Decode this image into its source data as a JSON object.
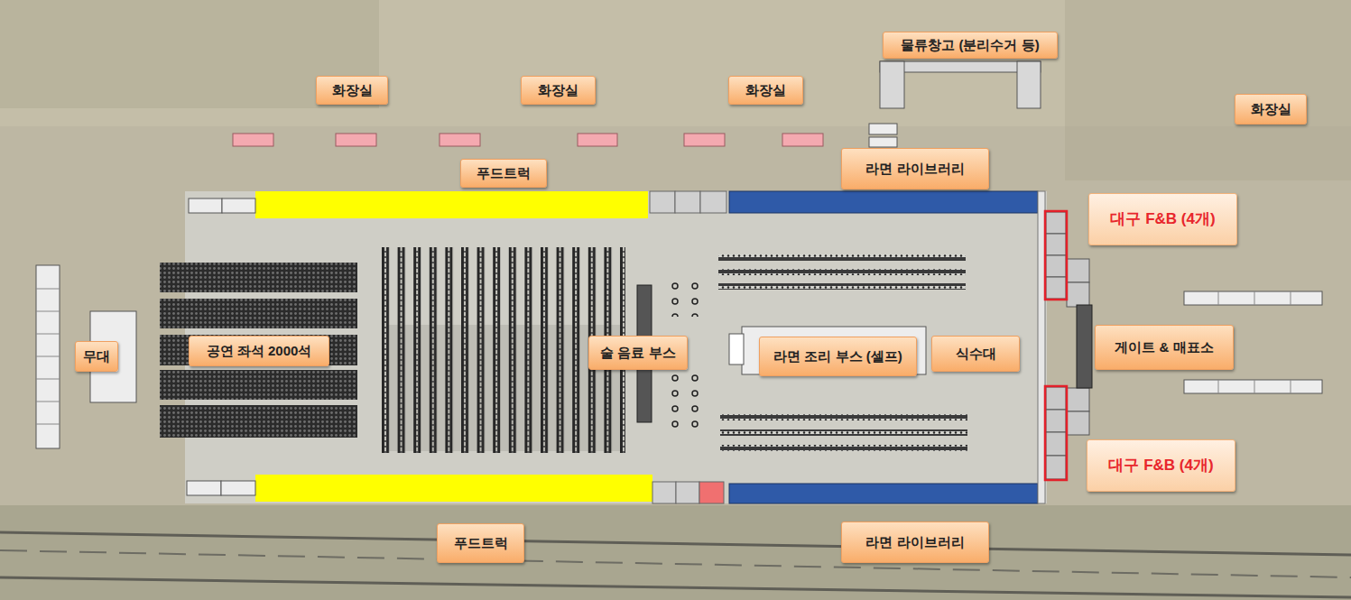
{
  "diagram": {
    "nodes": [
      {
        "text": [
          "물류창고 (분리수거 등)"
        ]
      },
      {
        "text": [
          "화장실"
        ]
      },
      {
        "text": [
          "화장실"
        ]
      },
      {
        "text": [
          "화장실"
        ]
      },
      {
        "text": [
          "화장실"
        ]
      },
      {
        "text": [
          "푸드트럭"
        ]
      },
      {
        "text": [
          "라면 라이브러리"
        ]
      },
      {
        "text": [
          "대구 F&B (4개)"
        ]
      },
      {
        "text": [
          "무대"
        ]
      },
      {
        "text": [
          "공연 좌석 2000석"
        ]
      },
      {
        "text": [
          "술 음료 부스"
        ]
      },
      {
        "text": [
          "라면 조리 부스 (셀프)"
        ]
      },
      {
        "text": [
          "식수대"
        ]
      },
      {
        "text": [
          "게이트 & 매표소"
        ]
      },
      {
        "text": [
          "대구 F&B (4개)"
        ]
      },
      {
        "text": [
          "푸드트럭"
        ]
      },
      {
        "text": [
          "라면 라이브러리"
        ]
      }
    ]
  }
}
